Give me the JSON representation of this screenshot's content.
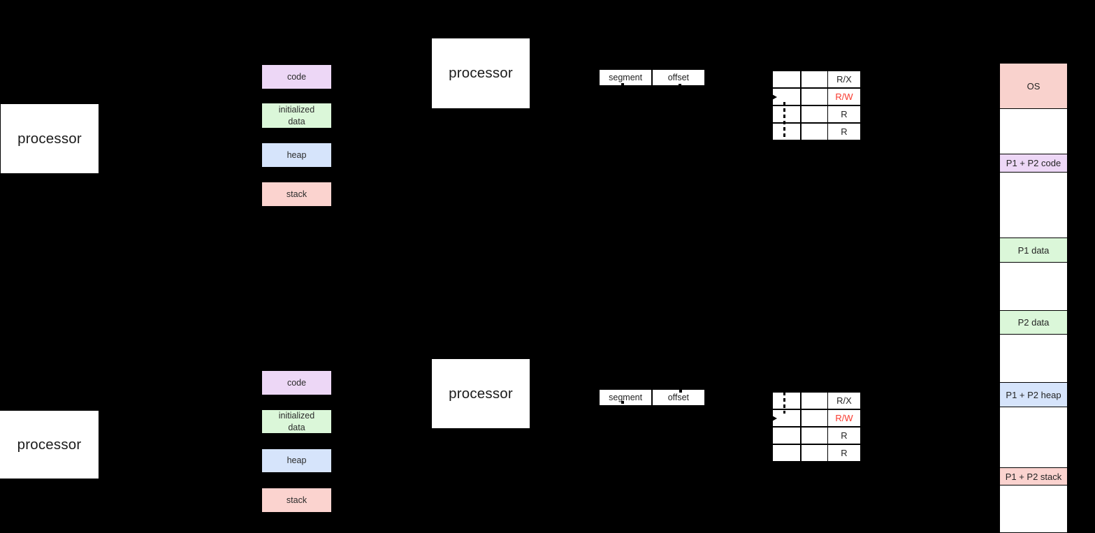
{
  "colors": {
    "background": "#000000",
    "box_fill": "#FFFFFF",
    "ink": "#1C1C1C",
    "lavender": "#EDD7F6",
    "green": "#DBF7D9",
    "blue": "#D6E4FB",
    "pink": "#FBD3CF",
    "os_pink": "#F9D2CD",
    "red": "#F8382D"
  },
  "icons": {
    "row_pointer_arrowhead": "right-pointing black triangle (arrow tip entering table row 2)",
    "dashed_connector": "vertical black dashed line",
    "connector_dot": "small black dash remnant of vertical dashed connector"
  },
  "process1": {
    "processor_label": "processor",
    "segments": [
      {
        "label": "code",
        "color": "#EDD7F6"
      },
      {
        "label": "initialized data",
        "color": "#DBF7D9"
      },
      {
        "label": "heap",
        "color": "#D6E4FB"
      },
      {
        "label": "stack",
        "color": "#FBD3CF"
      }
    ],
    "mmu_processor_label": "processor",
    "logical_address": {
      "segment_field": "segment",
      "offset_field": "offset"
    },
    "segment_table": {
      "columns": 3,
      "permissions": [
        {
          "label": "R/X"
        },
        {
          "label": "R/W",
          "highlighted": true
        },
        {
          "label": "R"
        },
        {
          "label": "R"
        }
      ],
      "highlighted_permission": "R/W"
    }
  },
  "process2": {
    "processor_label": "processor",
    "segments": [
      {
        "label": "code",
        "color": "#EDD7F6"
      },
      {
        "label": "initialized data",
        "color": "#DBF7D9"
      },
      {
        "label": "heap",
        "color": "#D6E4FB"
      },
      {
        "label": "stack",
        "color": "#FBD3CF"
      }
    ],
    "mmu_processor_label": "processor",
    "logical_address": {
      "segment_field": "segment",
      "offset_field": "offset"
    },
    "segment_table": {
      "columns": 3,
      "permissions": [
        {
          "label": "R/X"
        },
        {
          "label": "R/W",
          "highlighted": true
        },
        {
          "label": "R"
        },
        {
          "label": "R"
        }
      ],
      "highlighted_permission": "R/W"
    }
  },
  "physical_memory": {
    "cells": [
      {
        "label": "OS",
        "color": "#F9D2CD"
      },
      {
        "label": "",
        "color": "#FFFFFF"
      },
      {
        "label": "P1 + P2 code",
        "color": "#EDD7F6"
      },
      {
        "label": "",
        "color": "#FFFFFF"
      },
      {
        "label": "P1 data",
        "color": "#DBF7D9"
      },
      {
        "label": "",
        "color": "#FFFFFF"
      },
      {
        "label": "P2 data",
        "color": "#DBF7D9"
      },
      {
        "label": "",
        "color": "#FFFFFF"
      },
      {
        "label": "P1 + P2 heap",
        "color": "#D6E4FB"
      },
      {
        "label": "",
        "color": "#FFFFFF"
      },
      {
        "label": "P1 + P2 stack",
        "color": "#FBD3CF"
      },
      {
        "label": "",
        "color": "#FFFFFF"
      }
    ]
  }
}
